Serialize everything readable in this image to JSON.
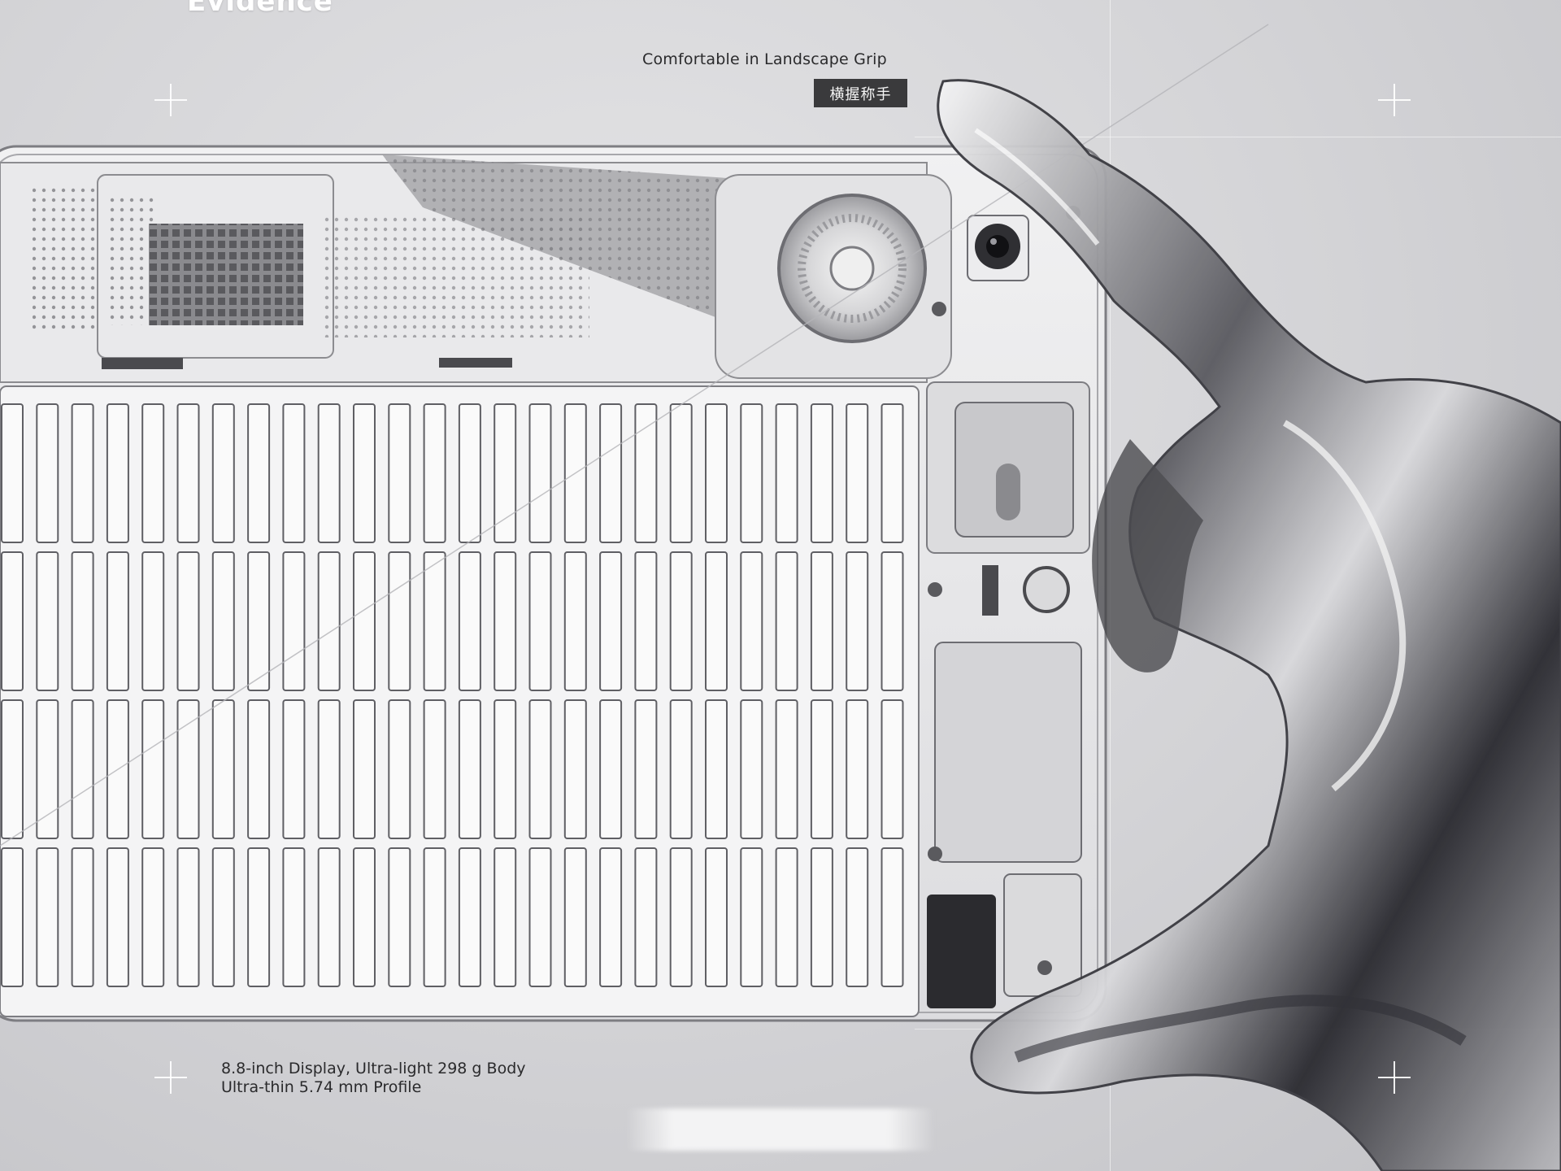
{
  "headline": "Evidence",
  "grip": {
    "caption": "Comfortable in Landscape Grip",
    "badge": "横握称手"
  },
  "specs": {
    "line1": "8.8-inch Display, Ultra-light 298 g Body",
    "line2": "Ultra-thin 5.74 mm Profile"
  },
  "colors": {
    "background": "#d6d6d9",
    "badge": "#3a3a3c",
    "text": "#2a2a2c"
  }
}
